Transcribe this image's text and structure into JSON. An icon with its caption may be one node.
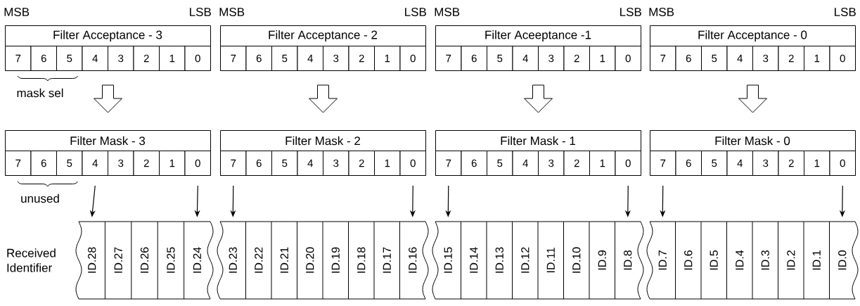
{
  "diagram": {
    "nodes": [
      {
        "text": [
          "Filter Acceptance - 3"
        ]
      },
      {
        "text": [
          "7"
        ],
        "in": 0
      },
      {
        "text": [
          "6"
        ],
        "in": 0
      },
      {
        "text": [
          "5"
        ],
        "in": 0
      },
      {
        "text": [
          "4"
        ],
        "in": 0
      },
      {
        "text": [
          "3"
        ],
        "in": 0
      },
      {
        "text": [
          "2"
        ],
        "in": 0
      },
      {
        "text": [
          "1"
        ],
        "in": 0
      },
      {
        "text": [
          "0"
        ],
        "in": 0
      },
      {
        "text": [
          "Filter Acceptance - 2"
        ]
      },
      {
        "text": [
          "7"
        ],
        "in": 9
      },
      {
        "text": [
          "6"
        ],
        "in": 9
      },
      {
        "text": [
          "5"
        ],
        "in": 9
      },
      {
        "text": [
          "4"
        ],
        "in": 9
      },
      {
        "text": [
          "3"
        ],
        "in": 9
      },
      {
        "text": [
          "2"
        ],
        "in": 9
      },
      {
        "text": [
          "1"
        ],
        "in": 9
      },
      {
        "text": [
          "0"
        ],
        "in": 9
      },
      {
        "text": [
          "Filter Aceeptance -1"
        ]
      },
      {
        "text": [
          "7"
        ],
        "in": 18
      },
      {
        "text": [
          "6"
        ],
        "in": 18
      },
      {
        "text": [
          "5"
        ],
        "in": 18
      },
      {
        "text": [
          "4"
        ],
        "in": 18
      },
      {
        "text": [
          "3"
        ],
        "in": 18
      },
      {
        "text": [
          "2"
        ],
        "in": 18
      },
      {
        "text": [
          "1"
        ],
        "in": 18
      },
      {
        "text": [
          "0"
        ],
        "in": 18
      },
      {
        "text": [
          "Filter Acceptance - 0"
        ]
      },
      {
        "text": [
          "7"
        ],
        "in": 27
      },
      {
        "text": [
          "6"
        ],
        "in": 27
      },
      {
        "text": [
          "5"
        ],
        "in": 27
      },
      {
        "text": [
          "4"
        ],
        "in": 27
      },
      {
        "text": [
          "3"
        ],
        "in": 27
      },
      {
        "text": [
          "2"
        ],
        "in": 27
      },
      {
        "text": [
          "1"
        ],
        "in": 27
      },
      {
        "text": [
          "0"
        ],
        "in": 27
      },
      {
        "text": [
          "Filter Mask - 3"
        ]
      },
      {
        "text": [
          "7"
        ],
        "in": 36
      },
      {
        "text": [
          "6"
        ],
        "in": 36
      },
      {
        "text": [
          "5"
        ],
        "in": 36
      },
      {
        "text": [
          "4"
        ],
        "in": 36
      },
      {
        "text": [
          "3"
        ],
        "in": 36
      },
      {
        "text": [
          "2"
        ],
        "in": 36
      },
      {
        "text": [
          "1"
        ],
        "in": 36
      },
      {
        "text": [
          "0"
        ],
        "in": 36
      },
      {
        "text": [
          "Filter Mask - 2"
        ]
      },
      {
        "text": [
          "7"
        ],
        "in": 45
      },
      {
        "text": [
          "6"
        ],
        "in": 45
      },
      {
        "text": [
          "5"
        ],
        "in": 45
      },
      {
        "text": [
          "4"
        ],
        "in": 45
      },
      {
        "text": [
          "3"
        ],
        "in": 45
      },
      {
        "text": [
          "2"
        ],
        "in": 45
      },
      {
        "text": [
          "1"
        ],
        "in": 45
      },
      {
        "text": [
          "0"
        ],
        "in": 45
      },
      {
        "text": [
          "Filter Mask - 1"
        ]
      },
      {
        "text": [
          "7"
        ],
        "in": 54
      },
      {
        "text": [
          "6"
        ],
        "in": 54
      },
      {
        "text": [
          "5"
        ],
        "in": 54
      },
      {
        "text": [
          "4"
        ],
        "in": 54
      },
      {
        "text": [
          "3"
        ],
        "in": 54
      },
      {
        "text": [
          "2"
        ],
        "in": 54
      },
      {
        "text": [
          "1"
        ],
        "in": 54
      },
      {
        "text": [
          "0"
        ],
        "in": 54
      },
      {
        "text": [
          "Filter Mask - 0"
        ]
      },
      {
        "text": [
          "7"
        ],
        "in": 63
      },
      {
        "text": [
          "6"
        ],
        "in": 63
      },
      {
        "text": [
          "5"
        ],
        "in": 63
      },
      {
        "text": [
          "4"
        ],
        "in": 63
      },
      {
        "text": [
          "3"
        ],
        "in": 63
      },
      {
        "text": [
          "2"
        ],
        "in": 63
      },
      {
        "text": [
          "1"
        ],
        "in": 63
      },
      {
        "text": [
          "0"
        ],
        "in": 63
      },
      {
        "text": [],
        "shape": "box"
      },
      {
        "text": [
          "ID.28"
        ],
        "in": 72
      },
      {
        "text": [
          "ID.27"
        ],
        "in": 72
      },
      {
        "text": [
          "ID.26"
        ],
        "in": 72
      },
      {
        "text": [
          "ID.25"
        ],
        "in": 72
      },
      {
        "text": [
          "ID.24"
        ],
        "in": 72
      },
      {
        "text": [],
        "shape": "box"
      },
      {
        "text": [
          "ID.23"
        ],
        "in": 78
      },
      {
        "text": [
          "ID.22"
        ],
        "in": 78
      },
      {
        "text": [
          "ID.21"
        ],
        "in": 78
      },
      {
        "text": [
          "ID.20"
        ],
        "in": 78
      },
      {
        "text": [
          "ID.19"
        ],
        "in": 78
      },
      {
        "text": [
          "ID.18"
        ],
        "in": 78
      },
      {
        "text": [
          "ID.17"
        ],
        "in": 78
      },
      {
        "text": [
          "ID.16"
        ],
        "in": 78
      },
      {
        "text": [],
        "shape": "box"
      },
      {
        "text": [
          "ID.15"
        ],
        "in": 87
      },
      {
        "text": [
          "ID.14"
        ],
        "in": 87
      },
      {
        "text": [
          "ID.13"
        ],
        "in": 87
      },
      {
        "text": [
          "ID.12"
        ],
        "in": 87
      },
      {
        "text": [
          "ID.11"
        ],
        "in": 87
      },
      {
        "text": [
          "ID.10"
        ],
        "in": 87
      },
      {
        "text": [
          "ID.9"
        ],
        "in": 87
      },
      {
        "text": [
          "ID.8"
        ],
        "in": 87
      },
      {
        "text": [],
        "shape": "box"
      },
      {
        "text": [
          "ID.7"
        ],
        "in": 96
      },
      {
        "text": [
          "ID.6"
        ],
        "in": 96
      },
      {
        "text": [
          "ID.5"
        ],
        "in": 96
      },
      {
        "text": [
          "ID.4"
        ],
        "in": 96
      },
      {
        "text": [
          "ID.3"
        ],
        "in": 96
      },
      {
        "text": [
          "ID.2"
        ],
        "in": 96
      },
      {
        "text": [
          "ID.1"
        ],
        "in": 96
      },
      {
        "text": [
          "ID.0"
        ],
        "in": 96
      }
    ],
    "edges": [
      {
        "from": 0,
        "to": 36,
        "arrow": "to"
      },
      {
        "from": 9,
        "to": 45,
        "arrow": "to"
      },
      {
        "from": 18,
        "to": 54,
        "arrow": "to"
      },
      {
        "from": 27,
        "to": 63,
        "arrow": "to"
      },
      {
        "from": 40,
        "to": 73,
        "arrow": "to"
      },
      {
        "from": 44,
        "to": 77,
        "arrow": "to"
      },
      {
        "from": 46,
        "to": 79,
        "arrow": "to"
      },
      {
        "from": 53,
        "to": 86,
        "arrow": "to"
      },
      {
        "from": 55,
        "to": 88,
        "arrow": "to"
      },
      {
        "from": 62,
        "to": 95,
        "arrow": "to"
      },
      {
        "from": 64,
        "to": 97,
        "arrow": "to"
      },
      {
        "from": 71,
        "to": 104,
        "arrow": "to"
      }
    ],
    "labels": [
      "MSB",
      "LSB",
      "MSB",
      "LSB",
      "MSB",
      "LSB",
      "MSB",
      "LSB",
      "mask sel",
      "unused",
      "Received Identifier"
    ]
  }
}
